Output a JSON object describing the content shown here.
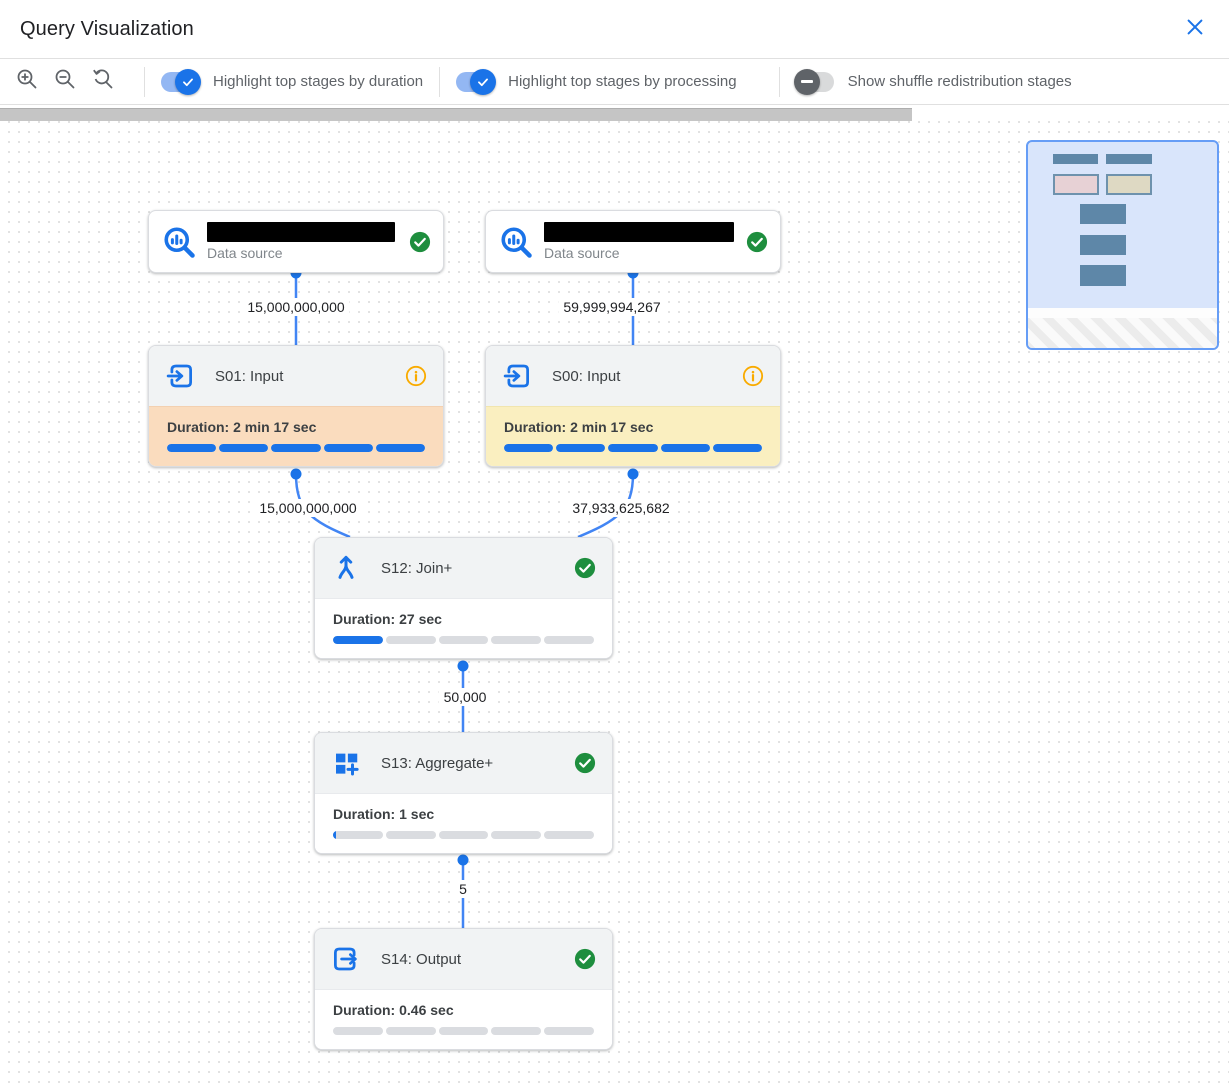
{
  "header": {
    "title": "Query Visualization"
  },
  "toolbar": {
    "zoom_in_icon": "magnifier-plus",
    "zoom_out_icon": "magnifier-minus",
    "zoom_reset_icon": "magnifier-reset",
    "toggles": [
      {
        "label": "Highlight top stages by duration",
        "state": "on"
      },
      {
        "label": "Highlight top stages by processing",
        "state": "on"
      },
      {
        "label": "Show shuffle redistribution stages",
        "state": "off"
      }
    ]
  },
  "canvas": {
    "data_sources": [
      {
        "label": "Data source",
        "name_redacted": true,
        "status": "completed"
      },
      {
        "label": "Data source",
        "name_redacted": true,
        "status": "completed"
      }
    ],
    "stages": [
      {
        "title": "S01: Input",
        "duration": "Duration: 2 min 17 sec",
        "progress": 1,
        "highlight": "duration",
        "status_icon": "info"
      },
      {
        "title": "S00: Input",
        "duration": "Duration: 2 min 17 sec",
        "progress": 1,
        "highlight": "processing",
        "status_icon": "info"
      },
      {
        "title": "S12: Join+",
        "duration": "Duration: 27 sec",
        "progress": 0.2,
        "highlight": "none",
        "status_icon": "completed"
      },
      {
        "title": "S13: Aggregate+",
        "duration": "Duration: 1 sec",
        "progress": 0.012,
        "highlight": "none",
        "status_icon": "completed"
      },
      {
        "title": "S14: Output",
        "duration": "Duration: 0.46 sec",
        "progress": 0,
        "highlight": "none",
        "status_icon": "completed"
      }
    ],
    "edge_labels": [
      "15,000,000,000",
      "59,999,994,267",
      "15,000,000,000",
      "37,933,625,682",
      "50,000",
      "5"
    ]
  },
  "colors": {
    "accent_blue": "#1a73e8",
    "edge_blue": "#4285f4",
    "success_green": "#1e8e3e",
    "warning_orange": "#f9ab00",
    "highlight_duration_bg": "#fadcbe",
    "highlight_processing_bg": "#faefc0",
    "progress_track": "#dadce0",
    "node_header_bg": "#f1f3f4",
    "minimap_bg": "#d9e5fb",
    "minimap_border": "#669df6",
    "minimap_node": "#5e87a8",
    "minimap_node_pink": "#e7d1d5",
    "minimap_node_tan": "#ded9c3"
  }
}
